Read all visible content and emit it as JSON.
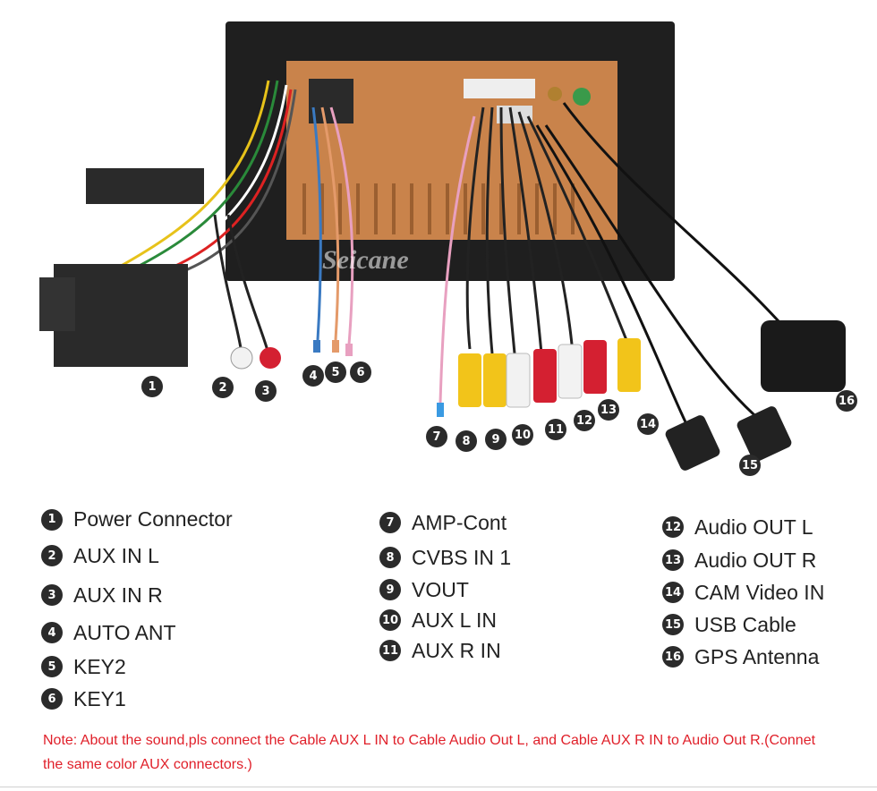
{
  "watermark": "Seicane",
  "colors": {
    "accent_text": "#e0202a",
    "marker_fill": "#2b2b2b",
    "panel": "#1f1f1f",
    "chassis": "#c9834b"
  },
  "legend": {
    "col1": [
      {
        "num": "1",
        "label": "Power Connector"
      },
      {
        "num": "2",
        "label": "AUX IN L"
      },
      {
        "num": "3",
        "label": "AUX IN R"
      },
      {
        "num": "4",
        "label": "AUTO ANT"
      },
      {
        "num": "5",
        "label": "KEY2"
      },
      {
        "num": "6",
        "label": "KEY1"
      }
    ],
    "col2": [
      {
        "num": "7",
        "label": "AMP-Cont"
      },
      {
        "num": "8",
        "label": "CVBS IN 1"
      },
      {
        "num": "9",
        "label": "VOUT"
      },
      {
        "num": "10",
        "label": "AUX L IN"
      },
      {
        "num": "11",
        "label": "AUX R IN"
      }
    ],
    "col3": [
      {
        "num": "12",
        "label": "Audio OUT L"
      },
      {
        "num": "13",
        "label": "Audio OUT R"
      },
      {
        "num": "14",
        "label": "CAM Video IN"
      },
      {
        "num": "15",
        "label": "USB Cable"
      },
      {
        "num": "16",
        "label": "GPS Antenna"
      }
    ]
  },
  "markers": [
    "1",
    "2",
    "3",
    "4",
    "5",
    "6",
    "7",
    "8",
    "9",
    "10",
    "11",
    "12",
    "13",
    "14",
    "15",
    "16"
  ],
  "note": "Note: About the sound,pls connect the Cable AUX L IN to Cable Audio Out L, and Cable AUX R IN to Audio Out R.(Connet the same color AUX connectors.)"
}
